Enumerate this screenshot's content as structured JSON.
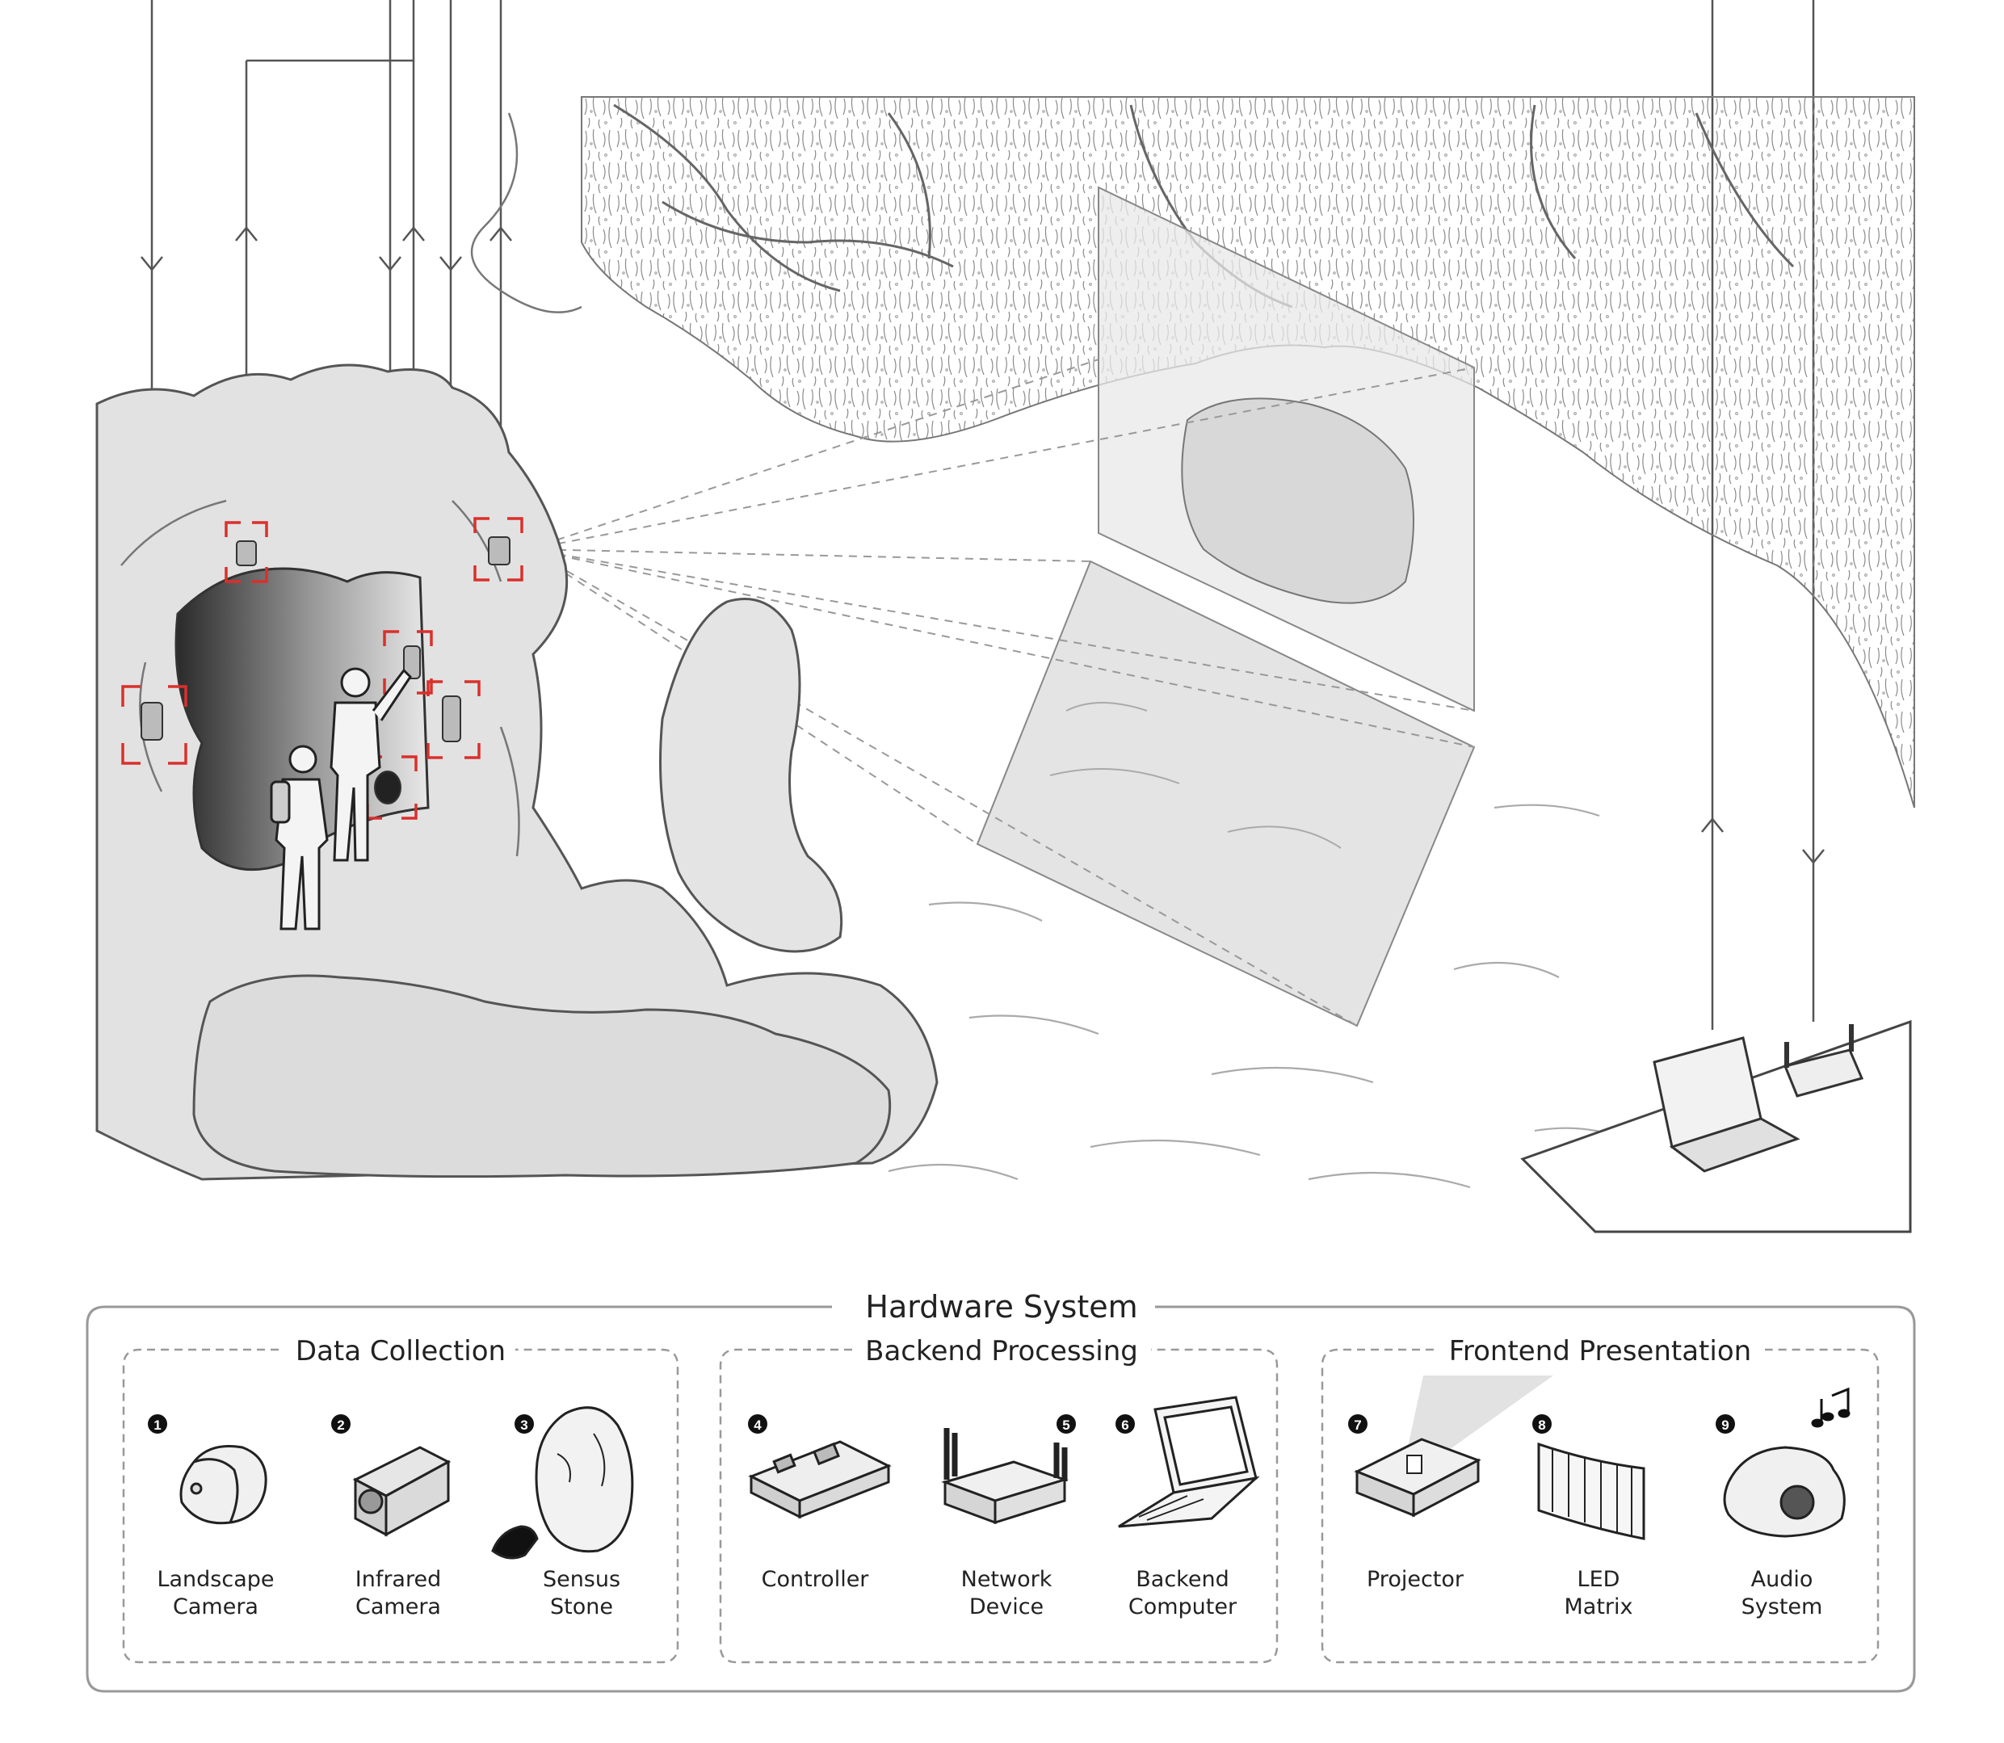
{
  "legend": {
    "title": "Hardware System",
    "groups": [
      {
        "title": "Data Collection",
        "items": [
          {
            "number": "1",
            "line1": "Landscape",
            "line2": "Camera",
            "icon": "landscape-camera-icon"
          },
          {
            "number": "2",
            "line1": "Infrared",
            "line2": "Camera",
            "icon": "infrared-camera-icon"
          },
          {
            "number": "3",
            "line1": "Sensus",
            "line2": "Stone",
            "icon": "sensus-stone-icon"
          }
        ]
      },
      {
        "title": "Backend Processing",
        "items": [
          {
            "number": "4",
            "line1": "Controller",
            "line2": "",
            "icon": "controller-board-icon"
          },
          {
            "number": "5",
            "line1": "Network",
            "line2": "Device",
            "icon": "network-router-icon"
          },
          {
            "number": "6",
            "line1": "Backend",
            "line2": "Computer",
            "icon": "laptop-icon"
          }
        ]
      },
      {
        "title": "Frontend Presentation",
        "items": [
          {
            "number": "7",
            "line1": "Projector",
            "line2": "",
            "icon": "projector-icon"
          },
          {
            "number": "8",
            "line1": "LED",
            "line2": "Matrix",
            "icon": "led-matrix-icon"
          },
          {
            "number": "9",
            "line1": "Audio",
            "line2": "System",
            "icon": "audio-stone-icon"
          }
        ]
      }
    ]
  },
  "colors": {
    "line": "#555555",
    "rock_fill": "#e4e4e4",
    "cave_dark": "#2e2e2e",
    "marker_red": "#d9302c",
    "screen_fill": "#e6e6e6"
  }
}
